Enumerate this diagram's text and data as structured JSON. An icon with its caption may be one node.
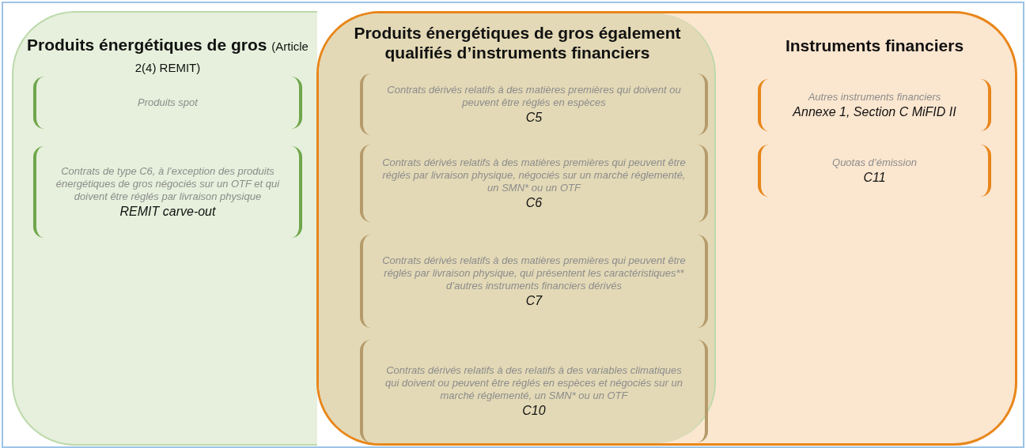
{
  "diagram": {
    "nodes": [
      {
        "text": [
          "Produits énergétiques de gros",
          "(Article 2(4) REMIT)"
        ]
      },
      {
        "text": [
          "Instruments financiers"
        ]
      },
      {
        "text": [
          "Produits énergétiques de gros également qualifiés d’instruments financiers"
        ],
        "in": 1
      },
      {
        "text": [
          "Produits spot"
        ],
        "in": 0
      },
      {
        "text": [
          "Contrats de type C6, à l’exception des produits énergétiques de gros négociés sur un OTF et qui doivent être réglés par livraison physique",
          "REMIT carve-out"
        ],
        "in": 0
      },
      {
        "text": [
          "Contrats dérivés relatifs à des matières premières qui doivent ou peuvent être réglés en espèces",
          "C5"
        ],
        "in": 2
      },
      {
        "text": [
          "Contrats dérivés relatifs à des matières premières qui peuvent être réglés par livraison physique, négociés sur un marché réglementé, un SMN* ou un OTF",
          "C6"
        ],
        "in": 2
      },
      {
        "text": [
          "Contrats dérivés relatifs à des matières premières qui peuvent être réglés par livraison physique, qui présentent les caractéristiques** d’autres instruments financiers dérivés",
          "C7"
        ],
        "in": 2
      },
      {
        "text": [
          "Contrats dérivés relatifs à des relatifs à des variables climatiques qui doivent ou peuvent être réglés en espèces et négociés sur un marché réglementé, un SMN* ou un OTF",
          "C10"
        ],
        "in": 2
      },
      {
        "text": [
          "Autres instruments financiers",
          "Annexe 1, Section C MiFID II"
        ],
        "in": 1
      },
      {
        "text": [
          "Quotas d’émission",
          "C11"
        ],
        "in": 1
      }
    ]
  }
}
